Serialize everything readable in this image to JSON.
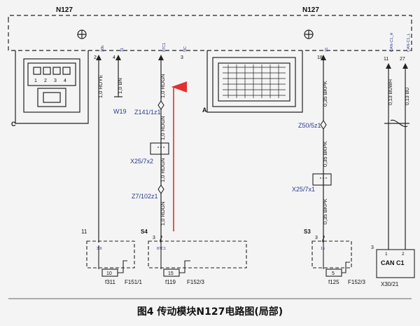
{
  "module": {
    "name_left": "N127",
    "name_right": "N127"
  },
  "connectors": {
    "c_label": "C",
    "c_pins": [
      "1",
      "2",
      "3",
      "4"
    ],
    "a_label": "A"
  },
  "pins": {
    "p2": "2",
    "p4": "4",
    "p3": "3",
    "p18": "18",
    "p11": "11",
    "p27": "27",
    "p2_tag": "30b",
    "p4_tag": "31",
    "p_mid_tag": "87C1",
    "p3_tag": "NC",
    "p18_tag": "15",
    "can_h_tag": "CAN-C1_H",
    "can_l_tag": "CAN-C1_L"
  },
  "wires": {
    "w1": "1,0 RDYE",
    "w2": "1,0 BN",
    "w3": "1,0 RDGN",
    "w4": "1,0 RDGN",
    "w5": "1,0 RDGN",
    "w6": "1,0 RDGN",
    "w7": "0,35 BKPK",
    "w8": "0,35 BKPK",
    "w9": "0,35 BKPK",
    "w10": "0,13 BUWH",
    "w11": "0,13 BU"
  },
  "components": {
    "w19": "W19",
    "z141": "Z141/1z1",
    "x25_7x2": "X25/7x2",
    "z7": "Z7/102z1",
    "z50": "Z50/5z1",
    "x25_7x1": "X25/7x1"
  },
  "fuse_boxes": {
    "left": {
      "pin": "11",
      "inner": "30t",
      "fuse_no": "10",
      "fuse": "f311",
      "box": "F151/1"
    },
    "mid": {
      "pin": "S4",
      "sub": "3",
      "inner": "87C1",
      "fuse_no": "15",
      "fuse": "f119",
      "box": "F152/3"
    },
    "right": {
      "pin": "S3",
      "sub": "3",
      "inner": "15",
      "fuse_no": "5",
      "fuse": "f125",
      "box": "F152/3"
    },
    "can": {
      "pin": "3",
      "p1": "1",
      "p2": "2",
      "label": "CAN C1",
      "conn": "X30/21"
    }
  },
  "caption": "图4 传动模块N127电路图(局部)",
  "colors": {
    "line": "#222222",
    "label_blue": "#2b3a8f",
    "arrow": "#e03030"
  }
}
